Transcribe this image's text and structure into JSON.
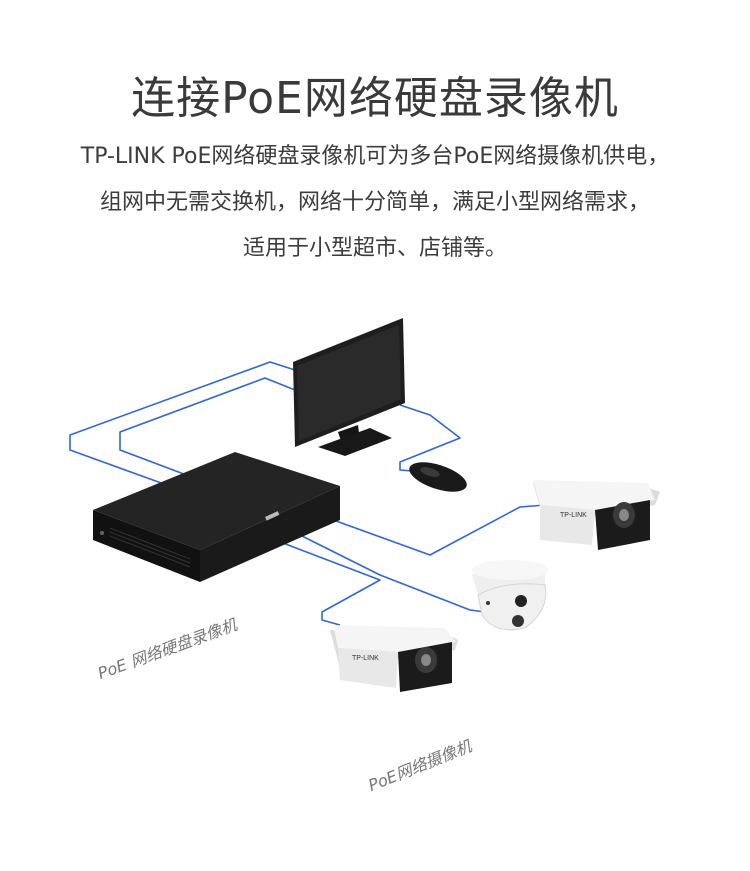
{
  "title": "连接PoE网络硬盘录像机",
  "description": {
    "line1": "TP-LINK PoE网络硬盘录像机可为多台PoE网络摄像机供电，",
    "line2": "组网中无需交换机，网络十分简单，满足小型网络需求，",
    "line3": "适用于小型超市、店铺等。"
  },
  "labels": {
    "nvr": "PoE 网络硬盘录像机",
    "cameras": "PoE网络摄像机",
    "camera_brand": "TP-LINK"
  },
  "colors": {
    "cable": "#2f67d8",
    "device_dark": "#1c1c1c",
    "camera_body": "#f2f2f2"
  }
}
